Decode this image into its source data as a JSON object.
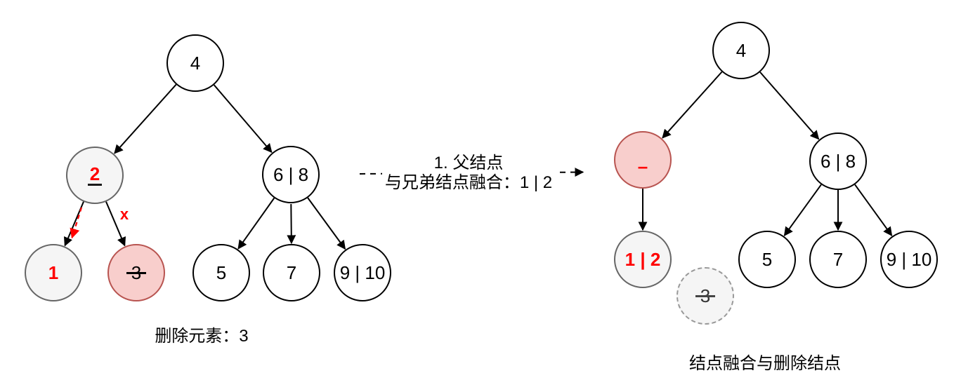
{
  "diagram": {
    "topic": "B-tree delete operation",
    "colors": {
      "gray_fill": "#f5f5f5",
      "gray_border": "#666666",
      "pink_fill": "#f8cecc",
      "pink_border": "#b85450",
      "plain_border": "#000000",
      "ghost_border": "#999999",
      "highlight_red": "#ff0000",
      "edge_black": "#000000"
    }
  },
  "left_tree": {
    "caption": "删除元素：3",
    "x_mark": "x",
    "nodes": [
      {
        "id": "root",
        "label": "4"
      },
      {
        "id": "n2",
        "label": "2"
      },
      {
        "id": "n68",
        "label": "6 | 8"
      },
      {
        "id": "n1",
        "label": "1"
      },
      {
        "id": "n3",
        "label": "3"
      },
      {
        "id": "n5",
        "label": "5"
      },
      {
        "id": "n7",
        "label": "7"
      },
      {
        "id": "n910",
        "label": "9 | 10"
      }
    ]
  },
  "transition": {
    "line1": "1. 父结点",
    "line2": "与兄弟结点融合：1 | 2"
  },
  "right_tree": {
    "caption": "结点融合与删除结点",
    "nodes": [
      {
        "id": "root",
        "label": "4"
      },
      {
        "id": "merged",
        "label": "–"
      },
      {
        "id": "n68",
        "label": "6 | 8"
      },
      {
        "id": "n12",
        "label": "1 | 2"
      },
      {
        "id": "ghost3",
        "label": "3"
      },
      {
        "id": "n5",
        "label": "5"
      },
      {
        "id": "n7",
        "label": "7"
      },
      {
        "id": "n910",
        "label": "9 | 10"
      }
    ]
  }
}
